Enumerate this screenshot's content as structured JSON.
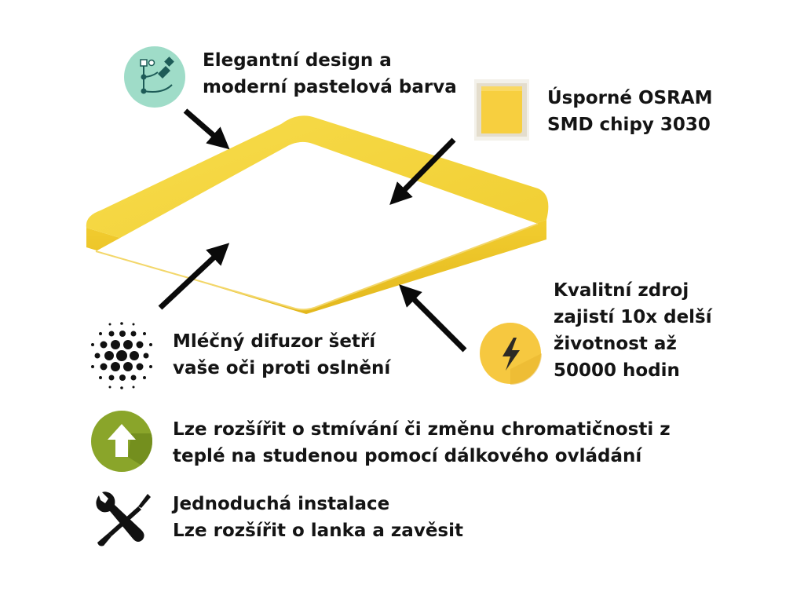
{
  "features": {
    "design": {
      "lines": [
        "Elegantní design a",
        "moderní pastelová barva"
      ],
      "icon": "vector-pen-icon"
    },
    "chips": {
      "lines": [
        "Úsporné OSRAM",
        "SMD chipy 3030"
      ],
      "icon": "led-chip-icon"
    },
    "diffuser": {
      "lines": [
        "Mléčný difuzor šetří",
        "vaše oči proti oslnění"
      ],
      "icon": "dot-pattern-icon"
    },
    "power": {
      "lines": [
        "Kvalitní zdroj",
        "zajistí 10x delší",
        "životnost až",
        "50000 hodin"
      ],
      "icon": "lightning-icon"
    },
    "dimming": {
      "lines": [
        "Lze rozšířit o stmívání či změnu chromatičnosti z",
        "teplé na studenou pomocí dálkového ovládání"
      ],
      "icon": "upgrade-arrow-icon"
    },
    "install": {
      "lines": [
        "Jednoduchá instalace",
        "Lze rozšířit o lanka a zavěsit"
      ],
      "icon": "tools-icon"
    }
  },
  "colors": {
    "lamp_frame": "#f4d53e",
    "lamp_frame_dark": "#e7bf22",
    "design_icon_bg": "#9fdcc8",
    "chip_color": "#f7cf3f",
    "power_icon_bg": "#f6c840",
    "dimming_icon_bg": "#8aa52a",
    "arrow": "#0a0a0a"
  }
}
